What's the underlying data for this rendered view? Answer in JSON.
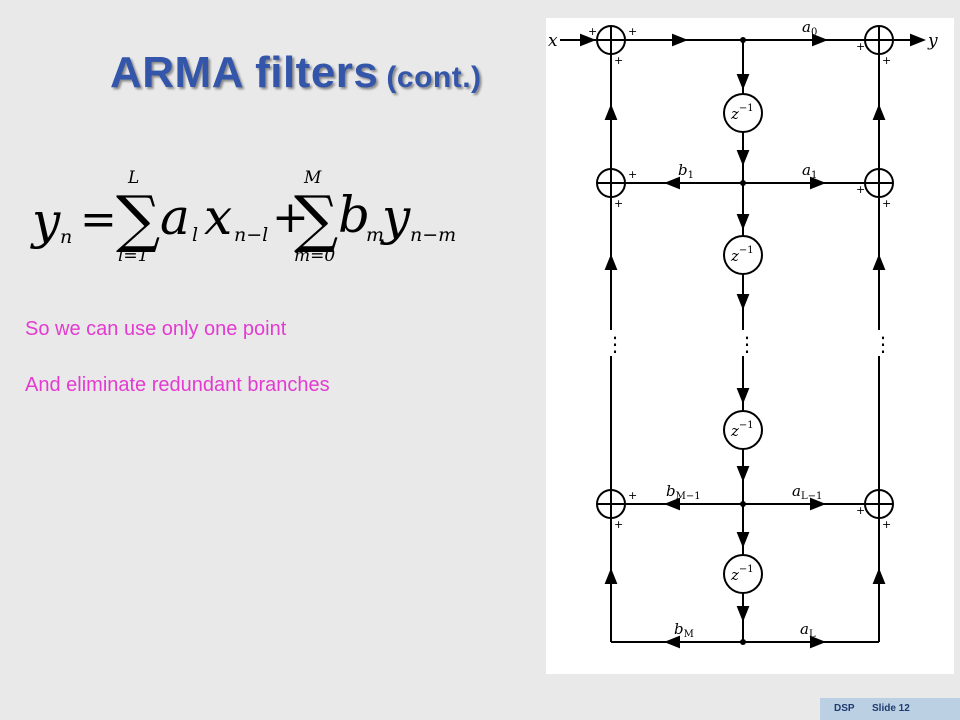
{
  "slide": {
    "title": "ARMA filters",
    "title_suffix": "(cont.)",
    "formula": {
      "lhs": "y",
      "lhs_sub": "n",
      "equals": "=",
      "sum1_upper": "L",
      "sum1_lower": "l=1",
      "term1_coef": "a",
      "term1_coef_sub": "l",
      "term1_var": "x",
      "term1_var_sub": "n−l",
      "plus": "+",
      "sum2_upper": "M",
      "sum2_lower": "m=0",
      "term2_coef": "b",
      "term2_coef_sub": "m",
      "term2_var": "y",
      "term2_var_sub": "n−m"
    },
    "bullets": [
      "So we can use only one point",
      "And eliminate redundant branches"
    ],
    "footer": {
      "course": "DSP",
      "slide_label": "Slide 12"
    }
  },
  "diagram": {
    "input_label": "x",
    "output_label": "y",
    "plus_sign": "+",
    "delay_label": "z",
    "delay_exponent": "−1",
    "ellipsis": "⋮",
    "left_gains": [
      {
        "base": "b",
        "sub": "1"
      },
      {
        "base": "b",
        "sub": "M−1"
      },
      {
        "base": "b",
        "sub": "M"
      }
    ],
    "right_gains": [
      {
        "base": "a",
        "sub": "0"
      },
      {
        "base": "a",
        "sub": "1"
      },
      {
        "base": "a",
        "sub": "L−1"
      },
      {
        "base": "a",
        "sub": "L"
      }
    ]
  }
}
